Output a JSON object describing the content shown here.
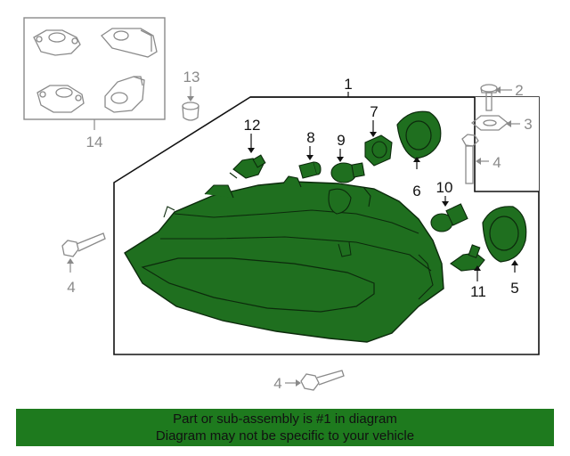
{
  "colors": {
    "part_fill": "#1f6f1f",
    "part_stroke": "#0c2a0c",
    "banner_bg": "#1e7a1e",
    "line_dark": "#111111",
    "line_gray": "#8a8a8a"
  },
  "callouts": {
    "c1": "1",
    "c2": "2",
    "c3": "3",
    "c4_right": "4",
    "c4_left": "4",
    "c4_bottom": "4",
    "c5": "5",
    "c6": "6",
    "c7": "7",
    "c8": "8",
    "c9": "9",
    "c10": "10",
    "c11": "11",
    "c12": "12",
    "c13": "13",
    "c14": "14"
  },
  "banner": {
    "line1": "Part or sub-assembly is #1 in diagram",
    "line2": "Diagram may not be specific to your vehicle"
  }
}
